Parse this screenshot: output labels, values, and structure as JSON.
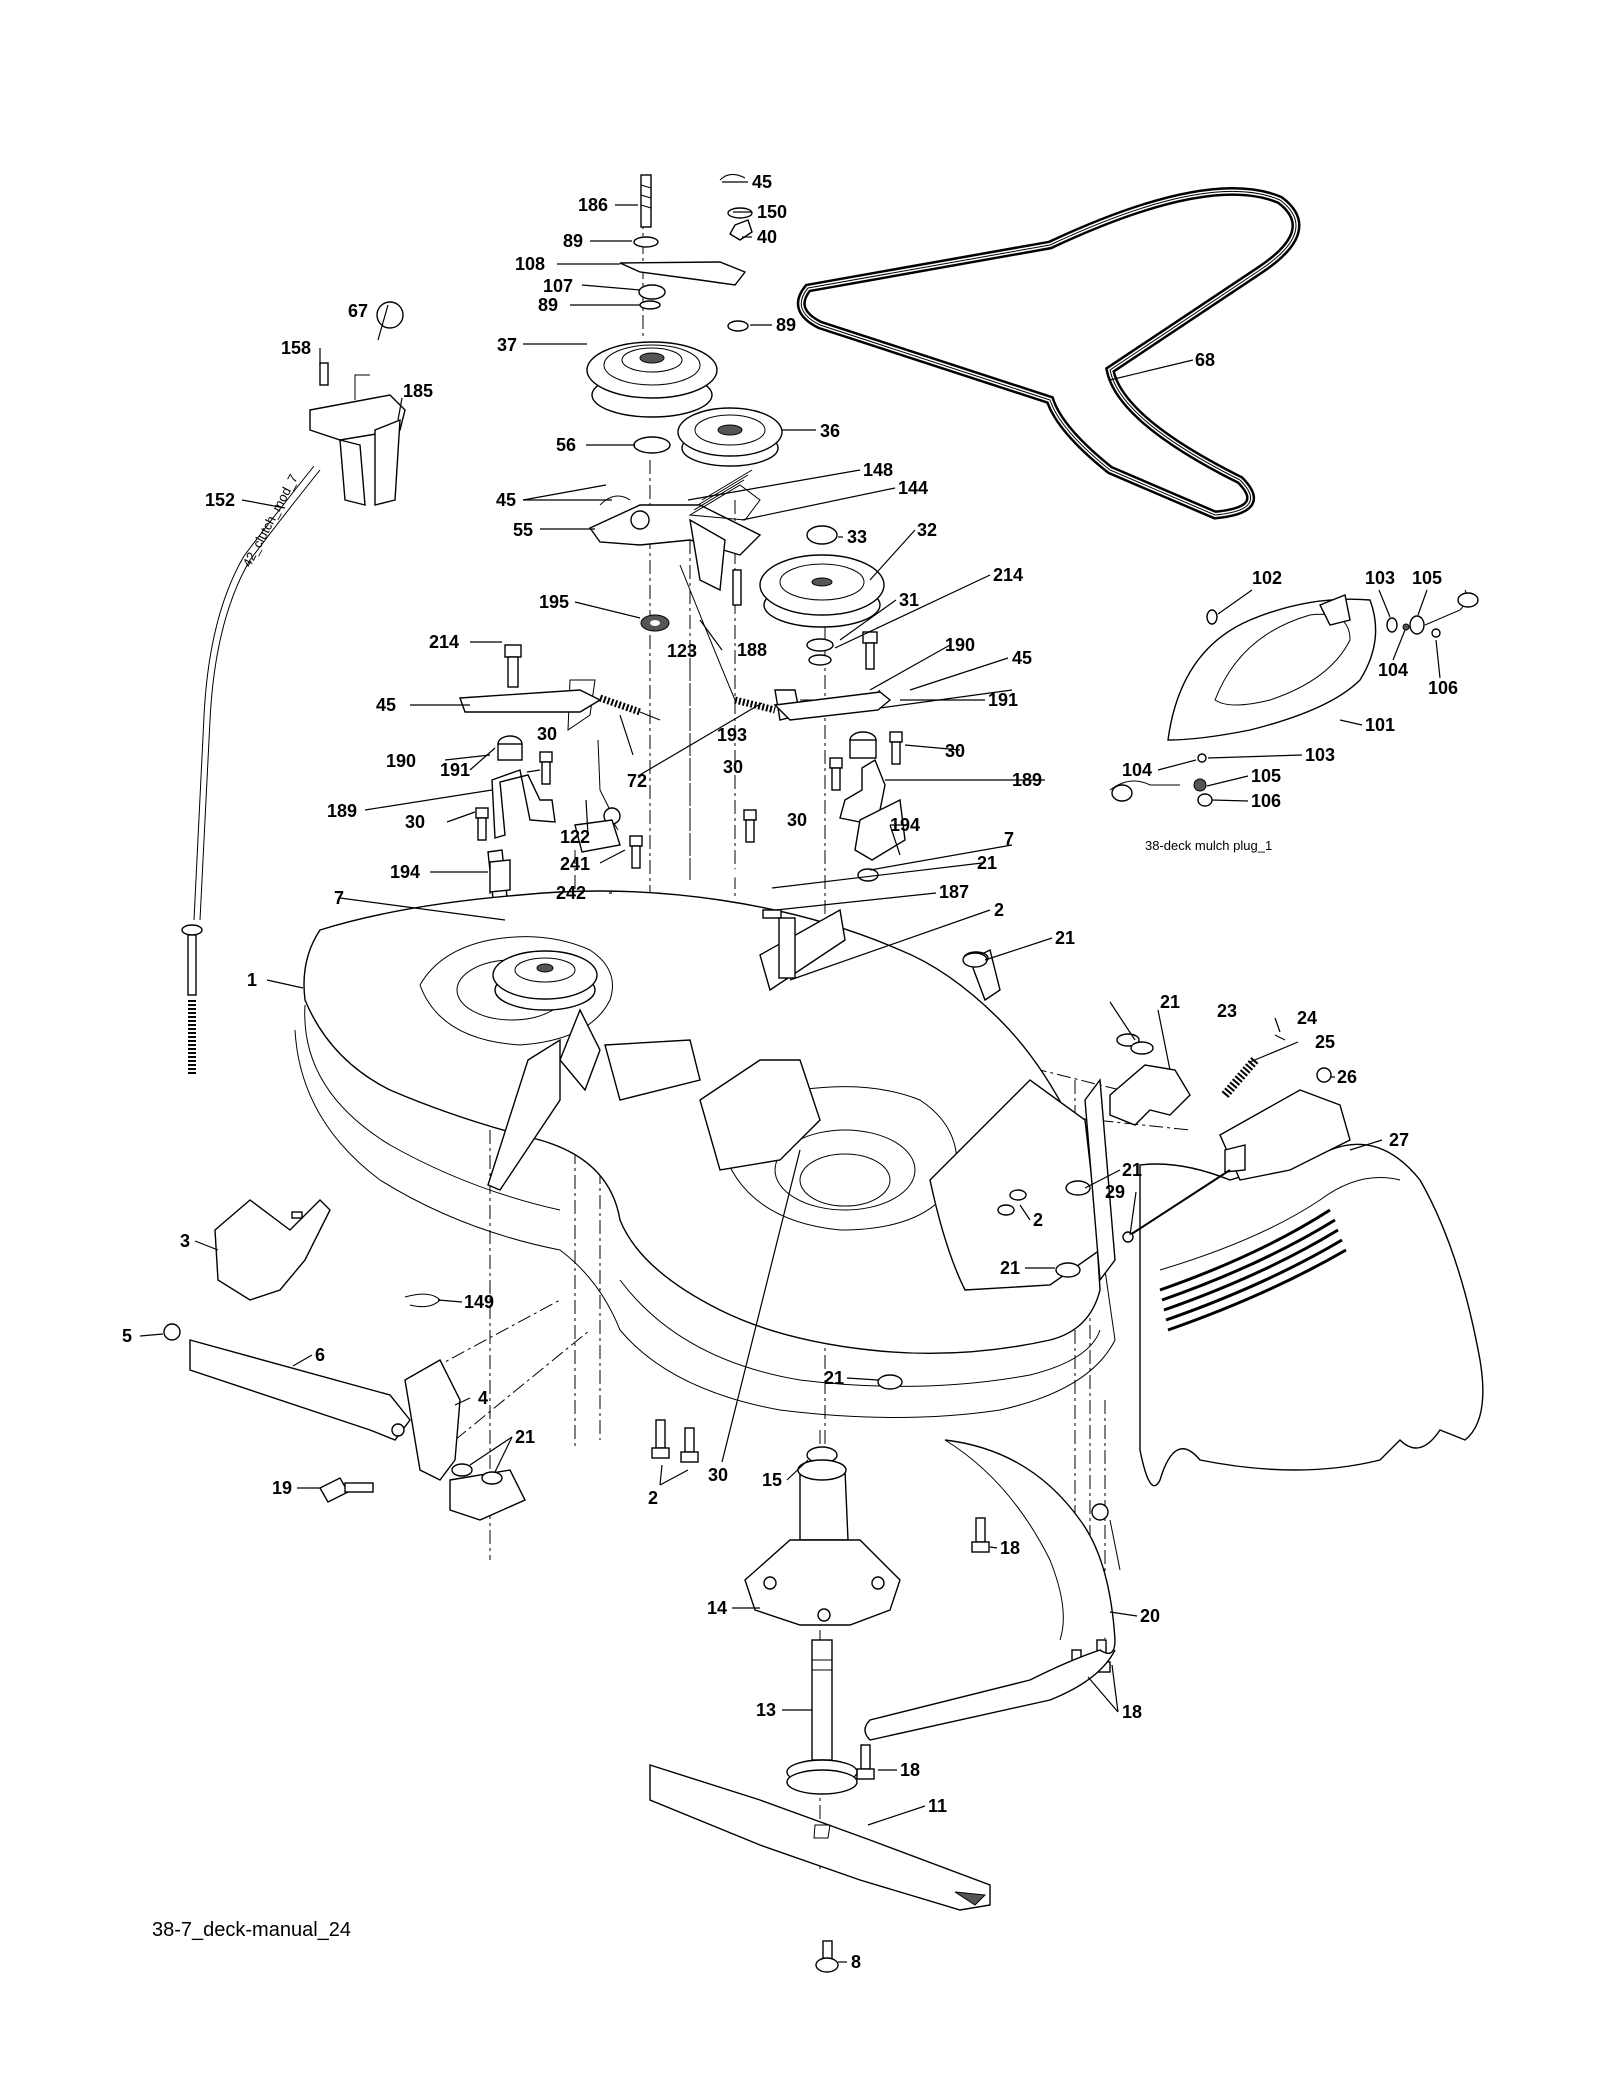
{
  "diagram": {
    "caption": "38-7_deck-manual_24",
    "mulch_caption": "38-deck mulch plug_1",
    "cable_text": "42_clutch_mod_7",
    "belt_color": "#1a1a1a",
    "ink_color": "#000000"
  },
  "callouts": [
    {
      "label": "186"
    },
    {
      "label": "45"
    },
    {
      "label": "150"
    },
    {
      "label": "89"
    },
    {
      "label": "40"
    },
    {
      "label": "108"
    },
    {
      "label": "107"
    },
    {
      "label": "89"
    },
    {
      "label": "67"
    },
    {
      "label": "158"
    },
    {
      "label": "185"
    },
    {
      "label": "37"
    },
    {
      "label": "89"
    },
    {
      "label": "68"
    },
    {
      "label": "56"
    },
    {
      "label": "36"
    },
    {
      "label": "152"
    },
    {
      "label": "148"
    },
    {
      "label": "144"
    },
    {
      "label": "45"
    },
    {
      "label": "55"
    },
    {
      "label": "33"
    },
    {
      "label": "32"
    },
    {
      "label": "31"
    },
    {
      "label": "214"
    },
    {
      "label": "195"
    },
    {
      "label": "123"
    },
    {
      "label": "188"
    },
    {
      "label": "190"
    },
    {
      "label": "45"
    },
    {
      "label": "214"
    },
    {
      "label": "191"
    },
    {
      "label": "45"
    },
    {
      "label": "30"
    },
    {
      "label": "190"
    },
    {
      "label": "191"
    },
    {
      "label": "72"
    },
    {
      "label": "193"
    },
    {
      "label": "30"
    },
    {
      "label": "189"
    },
    {
      "label": "30"
    },
    {
      "label": "30"
    },
    {
      "label": "189"
    },
    {
      "label": "30"
    },
    {
      "label": "122"
    },
    {
      "label": "194"
    },
    {
      "label": "241"
    },
    {
      "label": "7"
    },
    {
      "label": "194"
    },
    {
      "label": "242"
    },
    {
      "label": "21"
    },
    {
      "label": "7"
    },
    {
      "label": "187"
    },
    {
      "label": "2"
    },
    {
      "label": "21"
    },
    {
      "label": "1"
    },
    {
      "label": "21"
    },
    {
      "label": "23"
    },
    {
      "label": "24"
    },
    {
      "label": "25"
    },
    {
      "label": "26"
    },
    {
      "label": "27"
    },
    {
      "label": "21"
    },
    {
      "label": "29"
    },
    {
      "label": "2"
    },
    {
      "label": "21"
    },
    {
      "label": "3"
    },
    {
      "label": "149"
    },
    {
      "label": "5"
    },
    {
      "label": "6"
    },
    {
      "label": "4"
    },
    {
      "label": "21"
    },
    {
      "label": "21"
    },
    {
      "label": "19"
    },
    {
      "label": "2"
    },
    {
      "label": "30"
    },
    {
      "label": "15"
    },
    {
      "label": "18"
    },
    {
      "label": "14"
    },
    {
      "label": "20"
    },
    {
      "label": "13"
    },
    {
      "label": "18"
    },
    {
      "label": "18"
    },
    {
      "label": "11"
    },
    {
      "label": "8"
    },
    {
      "label": "102"
    },
    {
      "label": "103"
    },
    {
      "label": "105"
    },
    {
      "label": "104"
    },
    {
      "label": "106"
    },
    {
      "label": "101"
    },
    {
      "label": "104"
    },
    {
      "label": "103"
    },
    {
      "label": "105"
    },
    {
      "label": "106"
    }
  ]
}
